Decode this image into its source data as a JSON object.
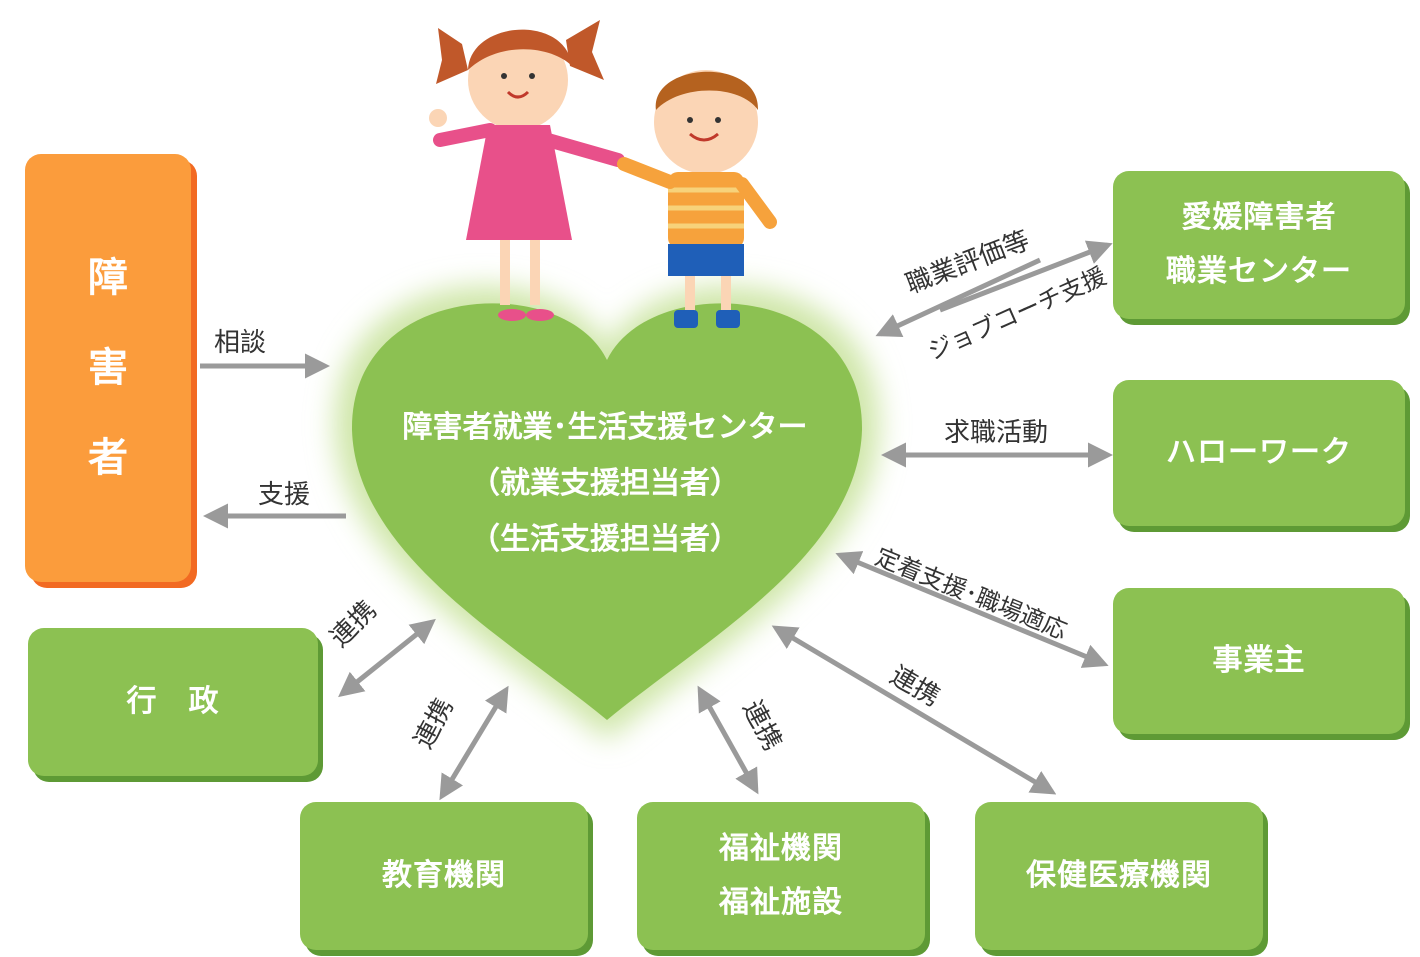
{
  "patient": {
    "label_chars": [
      "障",
      "害",
      "者"
    ]
  },
  "center": {
    "lines": [
      "障害者就業･生活支援センター",
      "（就業支援担当者）",
      "（生活支援担当者）"
    ]
  },
  "partners": {
    "vocational_center": [
      "愛媛障害者",
      "職業センター"
    ],
    "hello_work": [
      "ハローワーク"
    ],
    "employer": [
      "事業主"
    ],
    "administration": [
      "行　政"
    ],
    "education": [
      "教育機関"
    ],
    "welfare": [
      "福祉機関",
      "福祉施設"
    ],
    "health": [
      "保健医療機関"
    ]
  },
  "arrow_labels": {
    "consult": "相談",
    "support": "支援",
    "vocational_eval": "職業評価等",
    "job_coach": "ジョブコーチ支援",
    "job_search": "求職活動",
    "retention": "定着支援･職場適応",
    "liaison_admin": "連携",
    "liaison_education": "連携",
    "liaison_welfare": "連携",
    "liaison_health": "連携"
  },
  "colors": {
    "green_box": "#8cc152",
    "orange_box": "#fb9c3c",
    "heart": "#8cc152",
    "arrow": "#9a9a9a"
  }
}
